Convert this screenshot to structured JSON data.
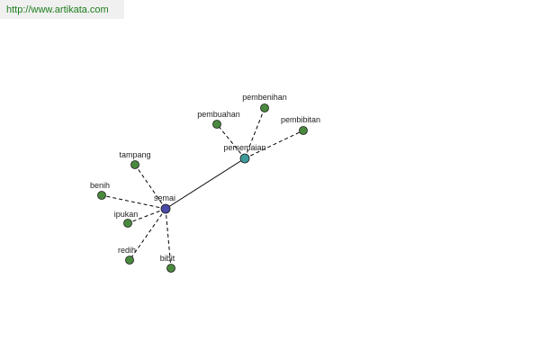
{
  "site": {
    "url": "http://www.artikata.com"
  },
  "graph": {
    "center": "semai",
    "colors": {
      "center": "#4a4aa8",
      "hub": "#3f9a9a",
      "leaf": "#4a8a3e",
      "edge": "#000000",
      "url_text": "#1d7d1d"
    },
    "nodes": [
      {
        "id": "semai",
        "label": "semai",
        "kind": "center"
      },
      {
        "id": "persemaian",
        "label": "persemaian",
        "kind": "hub"
      },
      {
        "id": "pembenihan",
        "label": "pembenihan",
        "kind": "leaf"
      },
      {
        "id": "pembuahan",
        "label": "pembuahan",
        "kind": "leaf"
      },
      {
        "id": "pembibitan",
        "label": "pembibitan",
        "kind": "leaf"
      },
      {
        "id": "tampang",
        "label": "tampang",
        "kind": "leaf"
      },
      {
        "id": "benih",
        "label": "benih",
        "kind": "leaf"
      },
      {
        "id": "ipukan",
        "label": "ipukan",
        "kind": "leaf"
      },
      {
        "id": "redih",
        "label": "redih",
        "kind": "leaf"
      },
      {
        "id": "bibit",
        "label": "bibit",
        "kind": "leaf"
      }
    ],
    "edges": [
      {
        "from": "semai",
        "to": "persemaian",
        "style": "solid"
      },
      {
        "from": "persemaian",
        "to": "pembenihan",
        "style": "dashed"
      },
      {
        "from": "persemaian",
        "to": "pembuahan",
        "style": "dashed"
      },
      {
        "from": "persemaian",
        "to": "pembibitan",
        "style": "dashed"
      },
      {
        "from": "semai",
        "to": "tampang",
        "style": "dashed"
      },
      {
        "from": "semai",
        "to": "benih",
        "style": "dashed"
      },
      {
        "from": "semai",
        "to": "ipukan",
        "style": "dashed"
      },
      {
        "from": "semai",
        "to": "redih",
        "style": "dashed"
      },
      {
        "from": "semai",
        "to": "bibit",
        "style": "dashed"
      }
    ]
  }
}
